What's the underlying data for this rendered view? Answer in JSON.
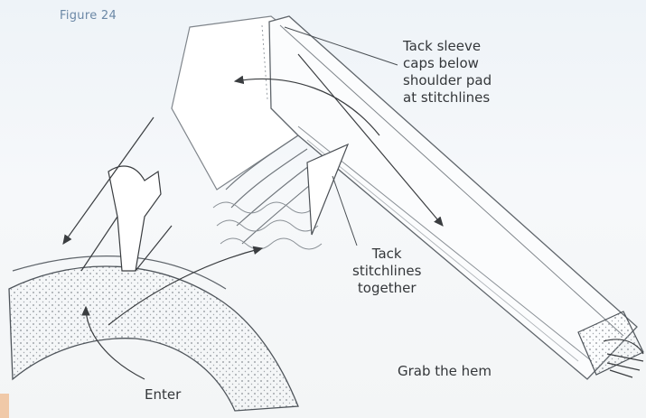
{
  "figure": {
    "label": "Figure 24"
  },
  "callouts": {
    "tack_sleeve": [
      "Tack sleeve",
      "caps below",
      "shoulder pad",
      "at stitchlines"
    ],
    "tack_stitch": [
      "Tack",
      "stitchlines",
      "together"
    ],
    "grab_hem": "Grab the hem",
    "enter": "Enter"
  }
}
